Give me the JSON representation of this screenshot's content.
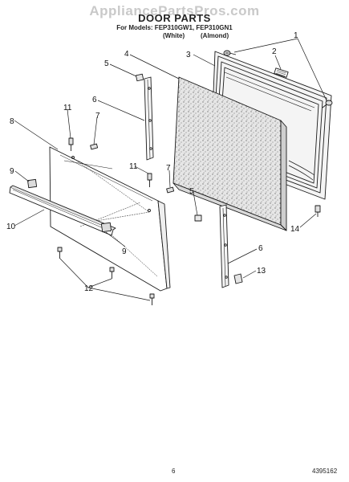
{
  "watermark": "AppliancePartsPros.com",
  "title": "DOOR PARTS",
  "models_line": "For Models: FEP310GW1, FEP310GN1",
  "color_white": "(White)",
  "color_almond": "(Almond)",
  "page_number": "6",
  "doc_number": "4395162",
  "callouts": [
    "1",
    "2",
    "3",
    "4",
    "5",
    "6",
    "7",
    "8",
    "9",
    "10",
    "11",
    "12",
    "13",
    "14"
  ],
  "palette": {
    "line": "#1a1a1a",
    "gasket_fill": "#f2f2f2",
    "insulation_fill": "#e4e4e4"
  }
}
